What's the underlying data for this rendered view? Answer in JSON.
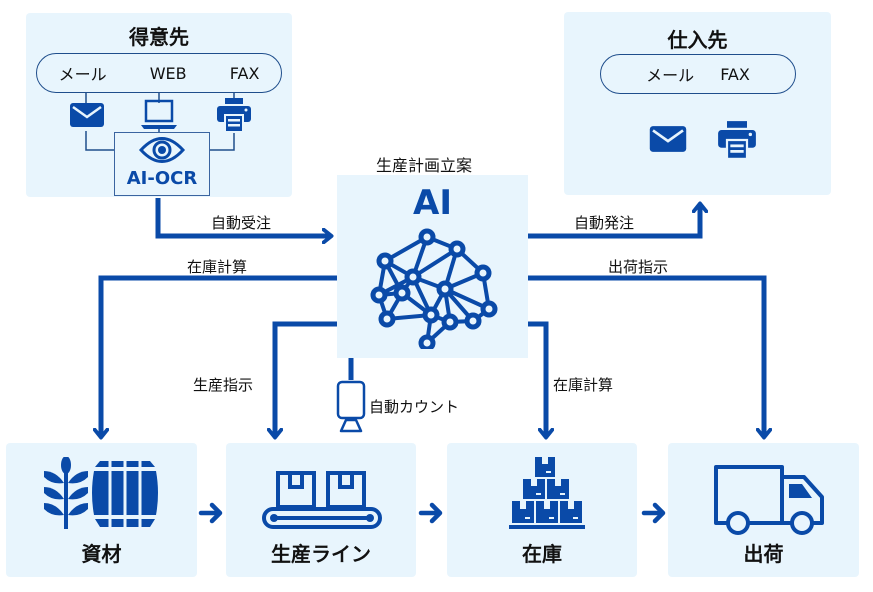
{
  "colors": {
    "accent": "#0a4aa8",
    "panel_bg": "#e8f5fd",
    "pill_border": "#1f4e8c"
  },
  "customer": {
    "title": "得意先",
    "channels": [
      "メール",
      "WEB",
      "FAX"
    ],
    "icons": [
      "mail-icon",
      "laptop-icon",
      "printer-icon"
    ],
    "ocr_label": "AI-OCR",
    "ocr_icon": "eye-icon"
  },
  "supplier": {
    "title": "仕入先",
    "channels": [
      "メール",
      "FAX"
    ],
    "icons": [
      "mail-icon",
      "printer-icon"
    ]
  },
  "ai": {
    "caption": "生産計画立案",
    "title": "AI",
    "icon": "neural-network-brain-icon"
  },
  "flows": {
    "auto_order_receive": "自動受注",
    "auto_order_place": "自動発注",
    "inventory_calc_left": "在庫計算",
    "shipping_instruction": "出荷指示",
    "production_instruction": "生産指示",
    "auto_count": "自動カウント",
    "inventory_calc_right": "在庫計算"
  },
  "stages": [
    {
      "label": "資材",
      "icon": "wheat-barrel-icon"
    },
    {
      "label": "生産ライン",
      "icon": "conveyor-belt-icon"
    },
    {
      "label": "在庫",
      "icon": "stacked-boxes-icon"
    },
    {
      "label": "出荷",
      "icon": "truck-icon"
    }
  ]
}
